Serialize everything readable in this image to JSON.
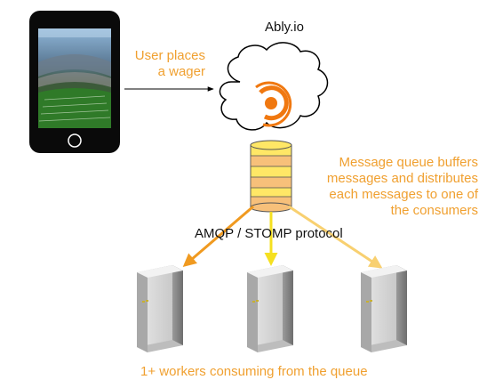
{
  "title": "Ably.io",
  "labels": {
    "user_action": [
      "User places",
      "a wager"
    ],
    "queue_description": [
      "Message queue buffers",
      "messages and distributes",
      "each messages to one of",
      "the consumers"
    ],
    "protocol": "AMQP / STOMP protocol",
    "workers": "1+ workers consuming from the queue"
  },
  "colors": {
    "annotation": "#f0a030",
    "arrow_left": "#f09a20",
    "arrow_middle": "#f5e020",
    "arrow_right": "#f8d070",
    "phone_body": "#0a0a0a",
    "logo": "#f07810",
    "queue_yellow": "#ffe766",
    "queue_orange": "#f7c07a"
  },
  "icons": [
    "smartphone-icon",
    "cloud-icon",
    "ably-logo-icon",
    "message-queue-icon",
    "server-icon"
  ]
}
